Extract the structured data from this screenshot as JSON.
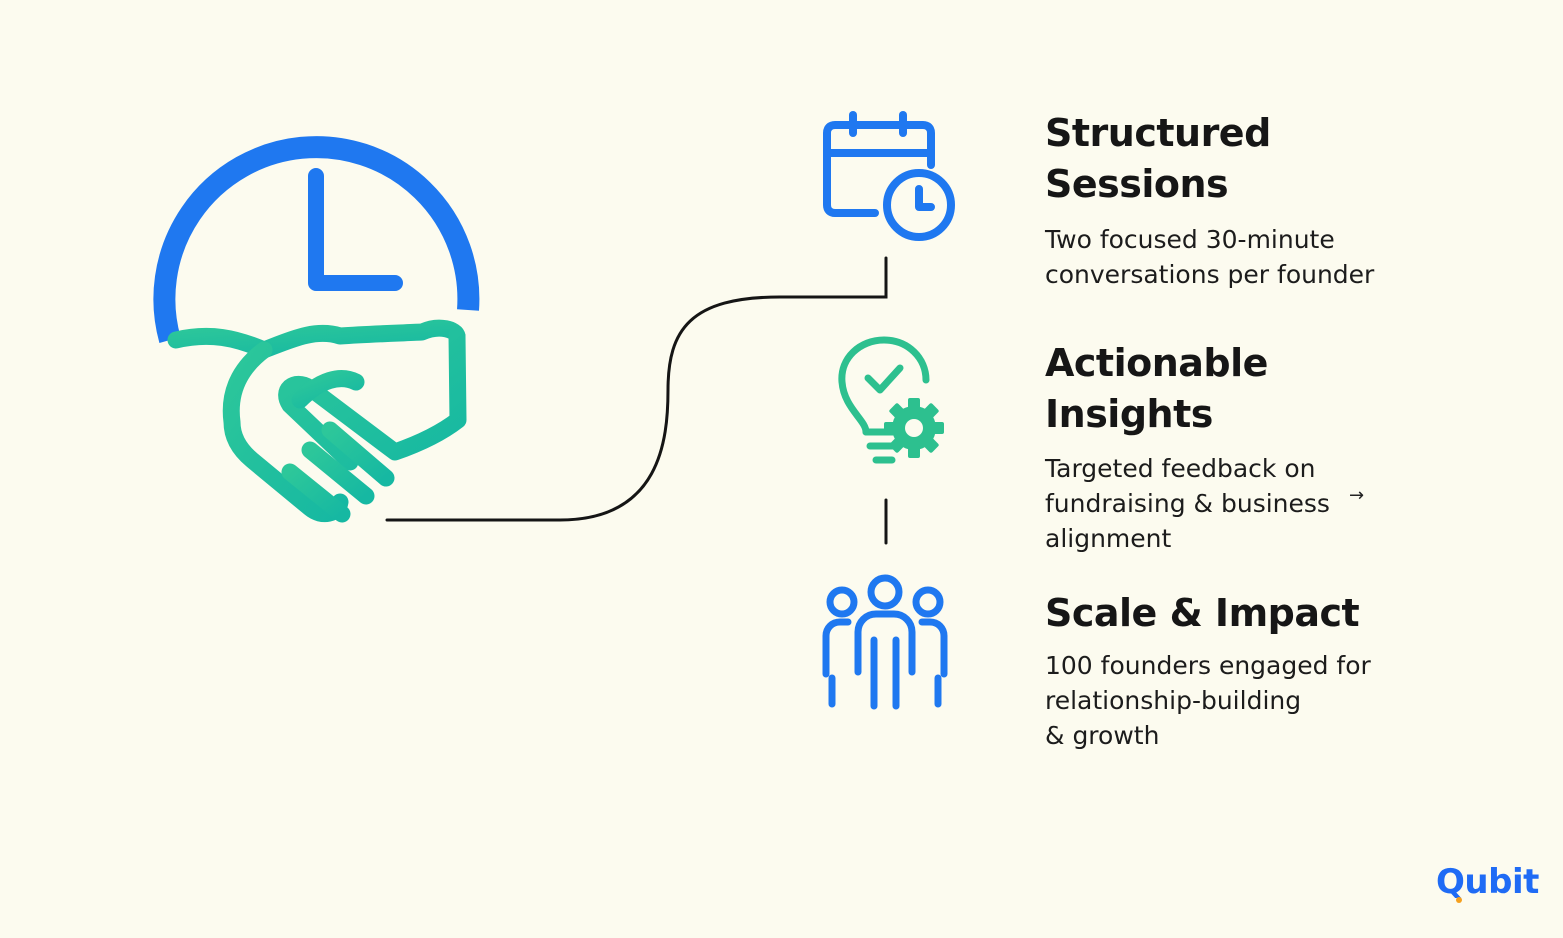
{
  "colors": {
    "background": "#fcfbef",
    "blue": "#1f78f0",
    "green_start": "#2dc79a",
    "green_end": "#16b8a2",
    "text": "#161616",
    "logo_blue": "#1f6bf5",
    "logo_dot": "#f5a01e"
  },
  "hero": {
    "icon": "clock-handshake-icon"
  },
  "features": [
    {
      "icon": "calendar-clock-icon",
      "title_line1": "Structured",
      "title_line2": "Sessions",
      "desc_line1": "Two focused 30-minute",
      "desc_line2": "conversations per founder"
    },
    {
      "icon": "lightbulb-gear-icon",
      "title_line1": "Actionable",
      "title_line2": "Insights",
      "desc_line1": "Targeted feedback on",
      "desc_line2": "fundraising & business",
      "desc_line3": "alignment"
    },
    {
      "icon": "group-people-icon",
      "title_line1": "Scale & Impact",
      "desc_line1": "100 founders engaged  for",
      "desc_line2": "relationship-building",
      "desc_line3": "& growth"
    }
  ],
  "stray_glyph": "→",
  "brand": {
    "logo_text": "Qubit"
  }
}
